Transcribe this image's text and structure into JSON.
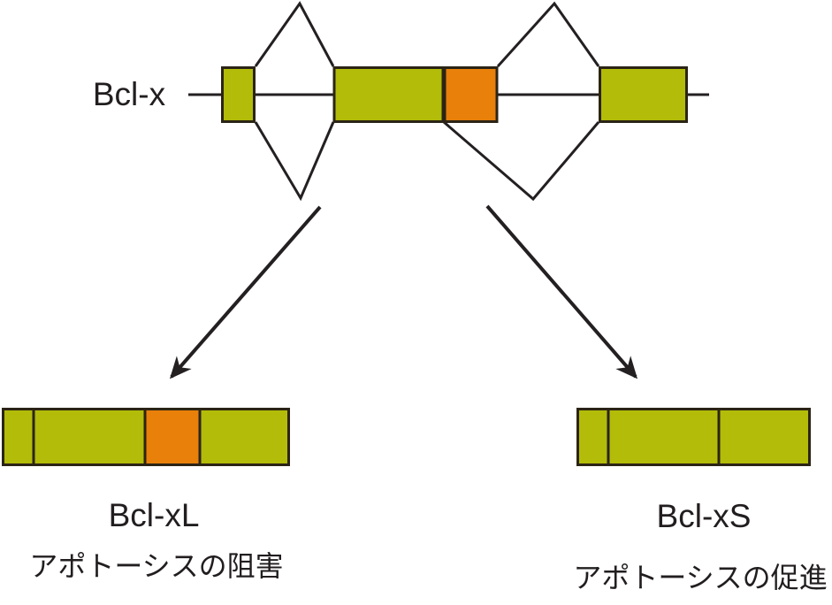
{
  "figure": {
    "description": "Alternative splicing diagram of the Bcl-x pre-mRNA producing two isoforms"
  },
  "colors": {
    "background": "#ffffff",
    "exon_green": "#b3bc08",
    "exon_orange": "#e8800a",
    "outline": "#2b2416",
    "line": "#242021",
    "text": "#221e1f"
  },
  "gene": {
    "label": "Bcl-x",
    "exon_segments": [
      "green",
      "green-large",
      "orange-alt-region",
      "green"
    ],
    "splice_paths": {
      "intron1_top": "exon1-to-exon2",
      "intron1_bottom": "exon1-to-exon2",
      "intron2_top": "orange-right-to-exon3",
      "intron2_bottom": "orange-left-to-exon3"
    }
  },
  "isoforms": {
    "bcl_xl": {
      "name": "Bcl-xL",
      "effect": "アポトーシスの阻害",
      "segments": [
        "green-small",
        "green-large",
        "orange",
        "green"
      ]
    },
    "bcl_xs": {
      "name": "Bcl-xS",
      "effect": "アポトーシスの促進",
      "segments": [
        "green-small",
        "green-large",
        "green"
      ]
    }
  }
}
